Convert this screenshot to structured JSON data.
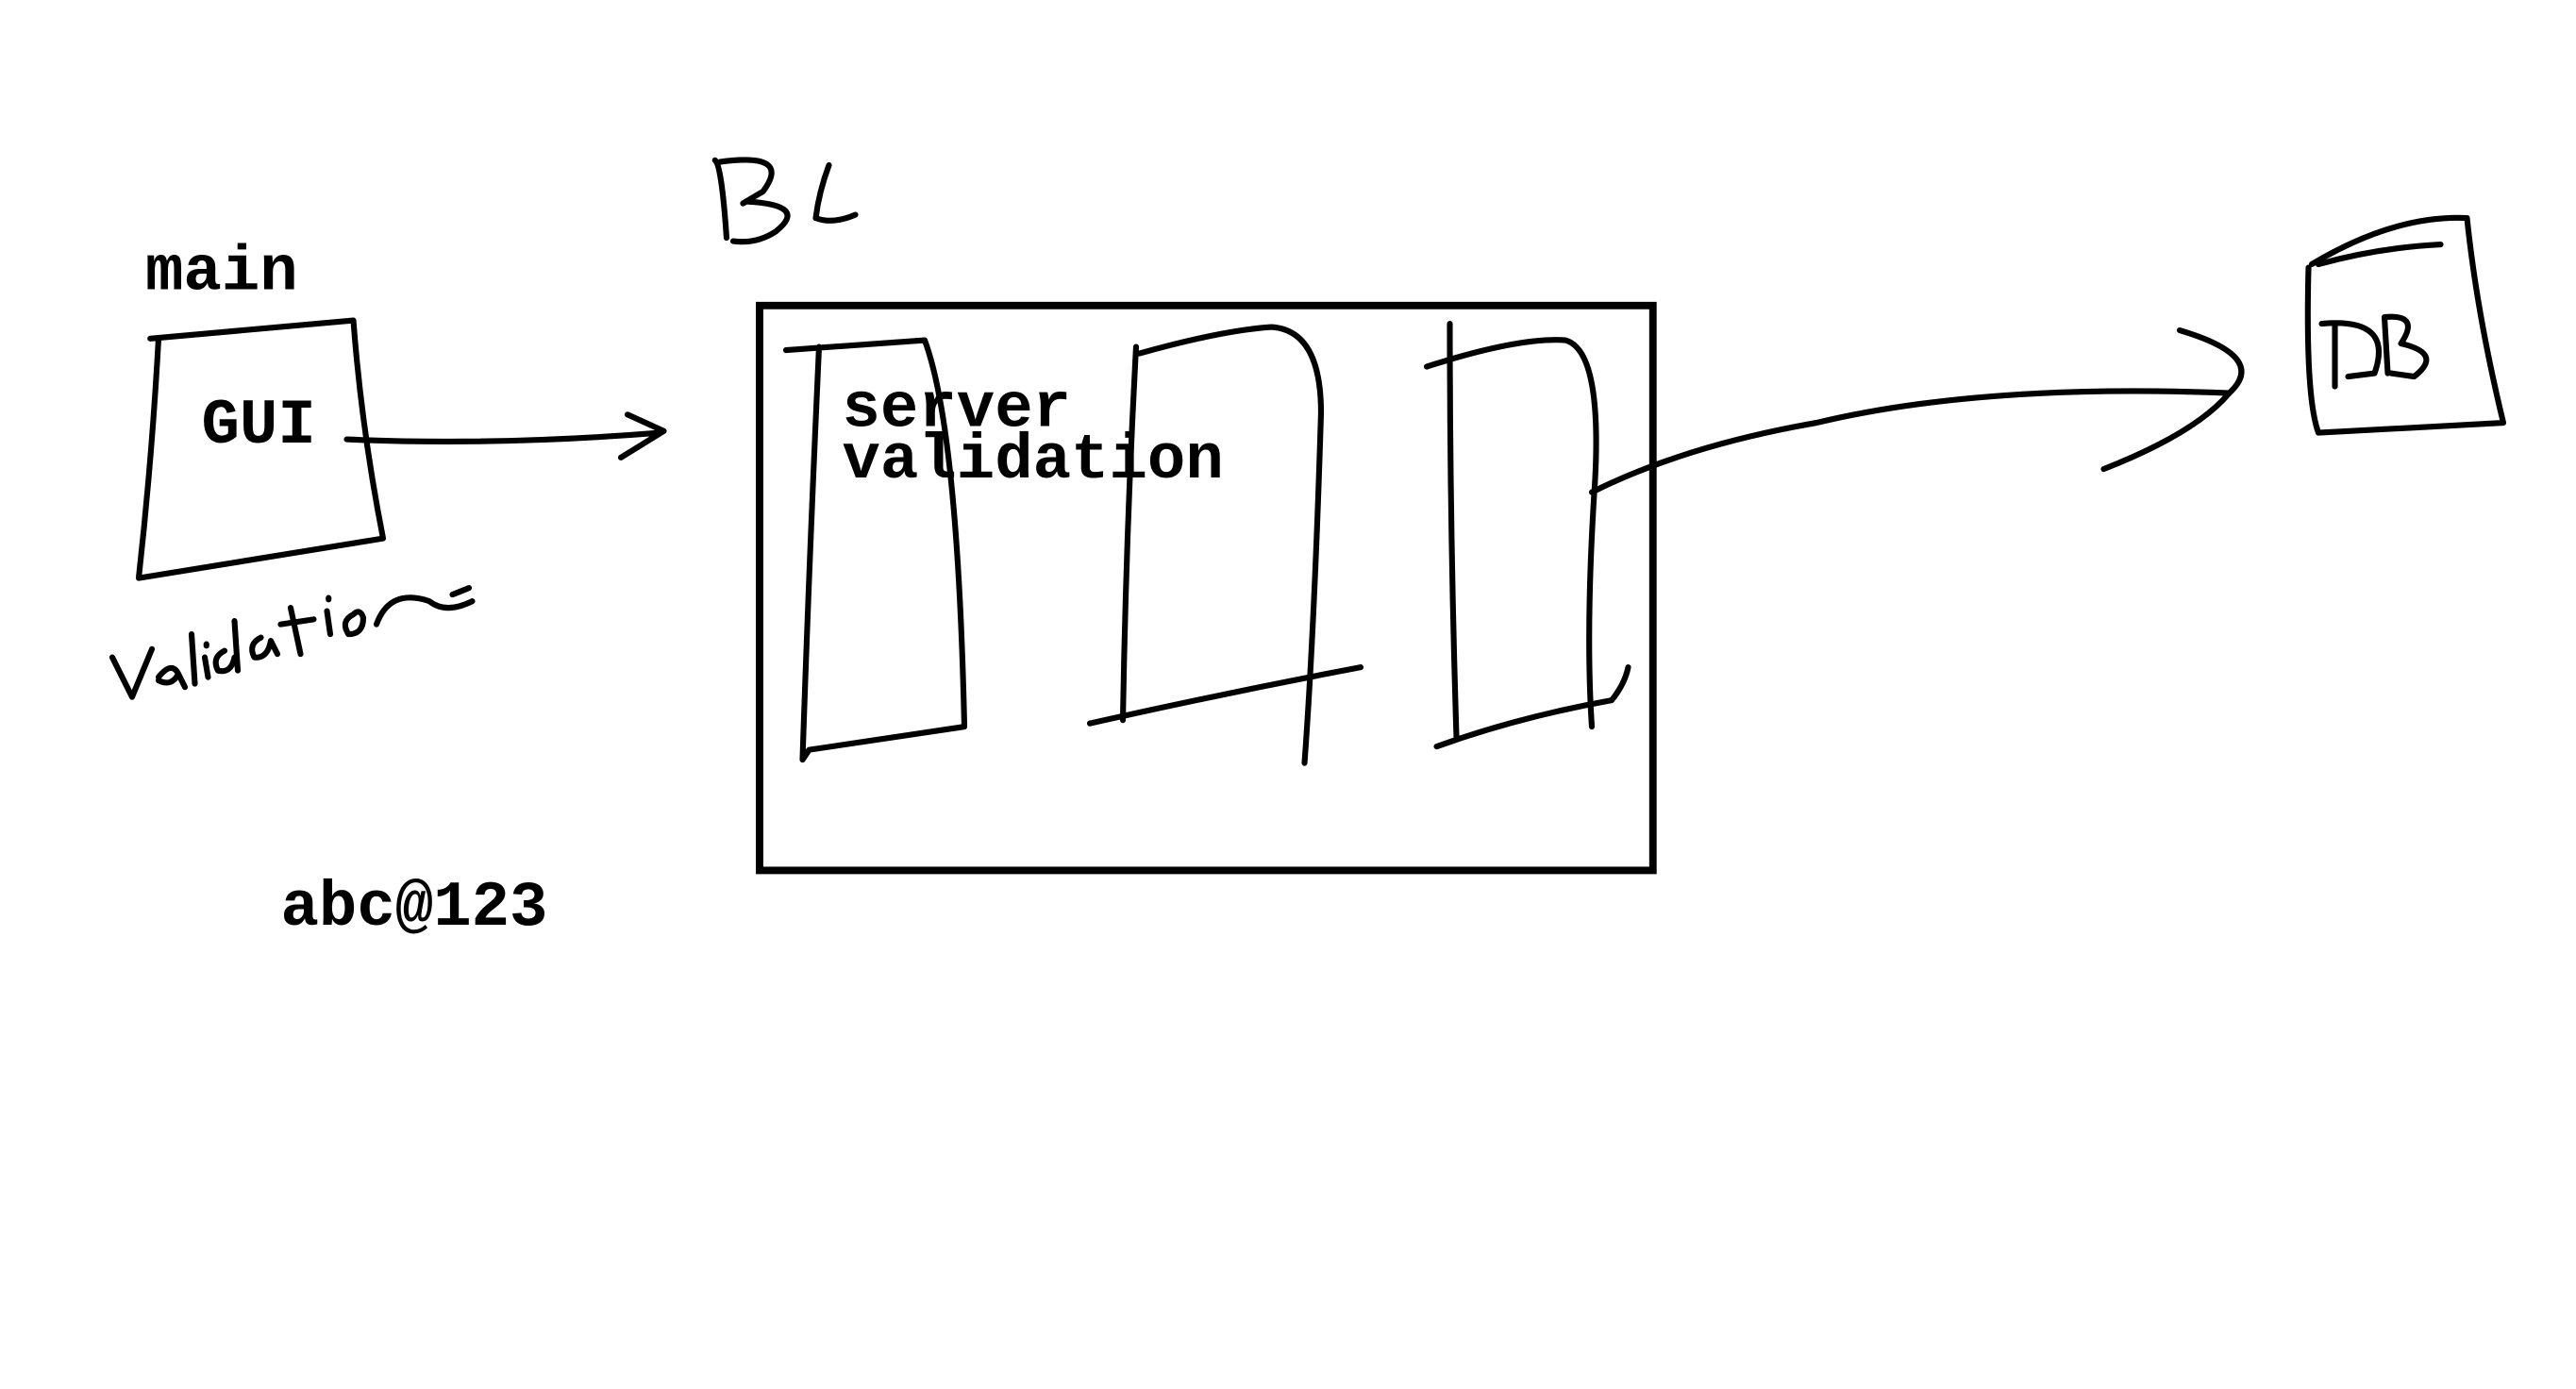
{
  "labels": {
    "main": "main",
    "gui": "GUI",
    "server_line1": "server",
    "server_line2": "validation",
    "password": "abc@123"
  },
  "handwriting": {
    "bl": "BL",
    "db": "DB",
    "validation": "validation"
  },
  "colors": {
    "background": "#ffffff",
    "ink": "#000000"
  }
}
